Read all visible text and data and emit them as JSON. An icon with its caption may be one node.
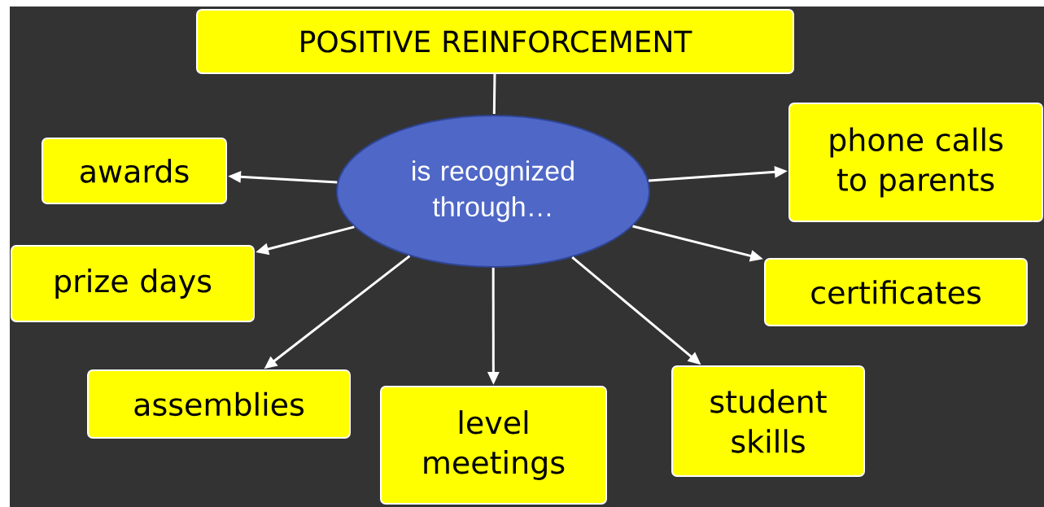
{
  "diagram": {
    "nodes": [
      {
        "text": [
          "POSITIVE REINFORCEMENT"
        ]
      },
      {
        "text": [
          "is recognized through…"
        ]
      },
      {
        "text": [
          "awards"
        ]
      },
      {
        "text": [
          "phone calls to parents"
        ]
      },
      {
        "text": [
          "prize days"
        ]
      },
      {
        "text": [
          "certificates"
        ]
      },
      {
        "text": [
          "assemblies"
        ]
      },
      {
        "text": [
          "level meetings"
        ]
      },
      {
        "text": [
          "student skills"
        ]
      }
    ],
    "edges": [
      {
        "from": 0,
        "to": 1,
        "arrow": "none"
      },
      {
        "from": 1,
        "to": 2,
        "arrow": "to"
      },
      {
        "from": 1,
        "to": 3,
        "arrow": "to"
      },
      {
        "from": 1,
        "to": 4,
        "arrow": "to"
      },
      {
        "from": 1,
        "to": 5,
        "arrow": "to"
      },
      {
        "from": 1,
        "to": 6,
        "arrow": "to"
      },
      {
        "from": 1,
        "to": 7,
        "arrow": "to"
      },
      {
        "from": 1,
        "to": 8,
        "arrow": "to"
      }
    ]
  }
}
